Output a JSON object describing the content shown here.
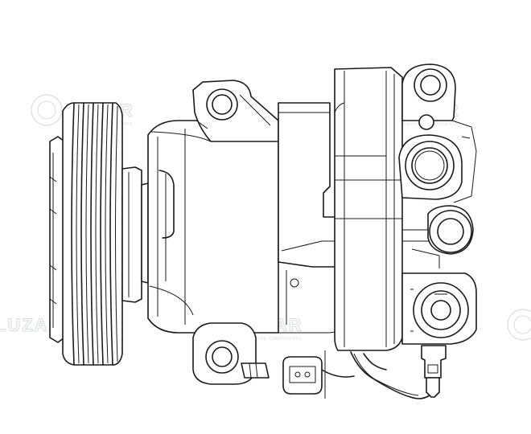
{
  "drawing": {
    "subject": "ac-compressor-line-drawing",
    "icon": "compressor-icon"
  },
  "watermark": {
    "text": "LUZAR",
    "tagline": "AUTOMOTIVE COMPONENTS",
    "color": "#d9dde2"
  },
  "colors": {
    "line": "#1a1a1a",
    "background": "#ffffff"
  }
}
